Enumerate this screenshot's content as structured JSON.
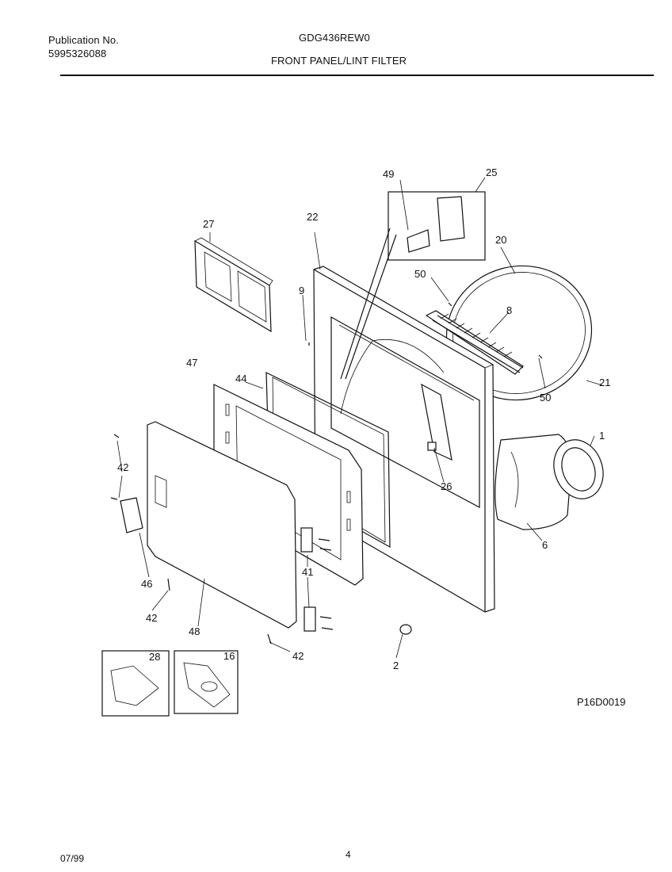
{
  "header": {
    "publication_label": "Publication No.",
    "publication_number": "5995326088",
    "model": "GDG436REW0",
    "section_title": "FRONT PANEL/LINT FILTER"
  },
  "diagram": {
    "drawing_id": "P16D0019",
    "callouts": {
      "c1": "1",
      "c2": "2",
      "c6": "6",
      "c8": "8",
      "c9": "9",
      "c16": "16",
      "c20": "20",
      "c21": "21",
      "c22": "22",
      "c25": "25",
      "c26": "26",
      "c27": "27",
      "c28": "28",
      "c41": "41",
      "c42a": "42",
      "c42b": "42",
      "c42c": "42",
      "c44": "44",
      "c46": "46",
      "c47": "47",
      "c48": "48",
      "c49": "49",
      "c50a": "50",
      "c50b": "50"
    }
  },
  "footer": {
    "date": "07/99",
    "page_number": "4"
  }
}
